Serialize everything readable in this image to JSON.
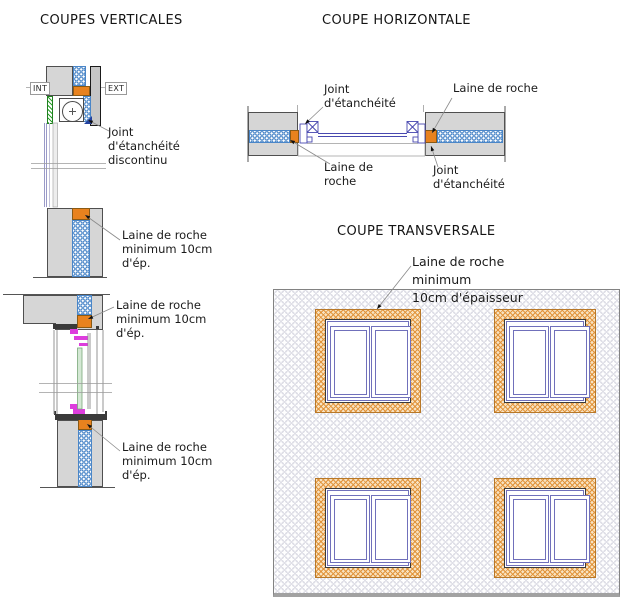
{
  "drawing_type": "Fenêtre / isolation - détails d'étanchéité",
  "colors": {
    "wall_grey": "#d6d6d6",
    "wall_outline": "#4f4f4f",
    "exterior_wall_grey": "#c6c6c6",
    "sealant_orange": "#e8821e",
    "insulation_blue": "#4a86c8",
    "window_frame_blue": "#4848b0",
    "transversal_frame_blue": "#7070bb",
    "interior_finish_green": "#2fa22f",
    "flashing_magenta": "#dd3ddd",
    "glass_green": "#d4e8d4",
    "cap_dark_grey": "#3a3a3a",
    "joint_marker_blue": "#23419e",
    "leader_line_grey": "#8a8a8a",
    "text": "#1a1a1a",
    "rockwool_hatch_orange": "#e2943c"
  },
  "sections": {
    "vertical": {
      "title": "COUPES VERTICALES",
      "int_label": "INT",
      "ext_label": "EXT",
      "joint_discontinu_label": "Joint\nd'étanchéité\ndiscontinu",
      "laine_label": "Laine de roche\nminimum 10cm\nd'ép."
    },
    "horizontal": {
      "title": "COUPE HORIZONTALE",
      "joint_top_label": "Joint\nd'étanchéité",
      "laine_top_label": "Laine de roche",
      "laine_bottom_label": "Laine de\nroche",
      "joint_bottom_label": "Joint\nd'étanchéité"
    },
    "transversal": {
      "title": "COUPE TRANSVERSALE",
      "laine_label": "Laine de roche minimum\n10cm d'épaisseur",
      "window_count": 4
    }
  }
}
